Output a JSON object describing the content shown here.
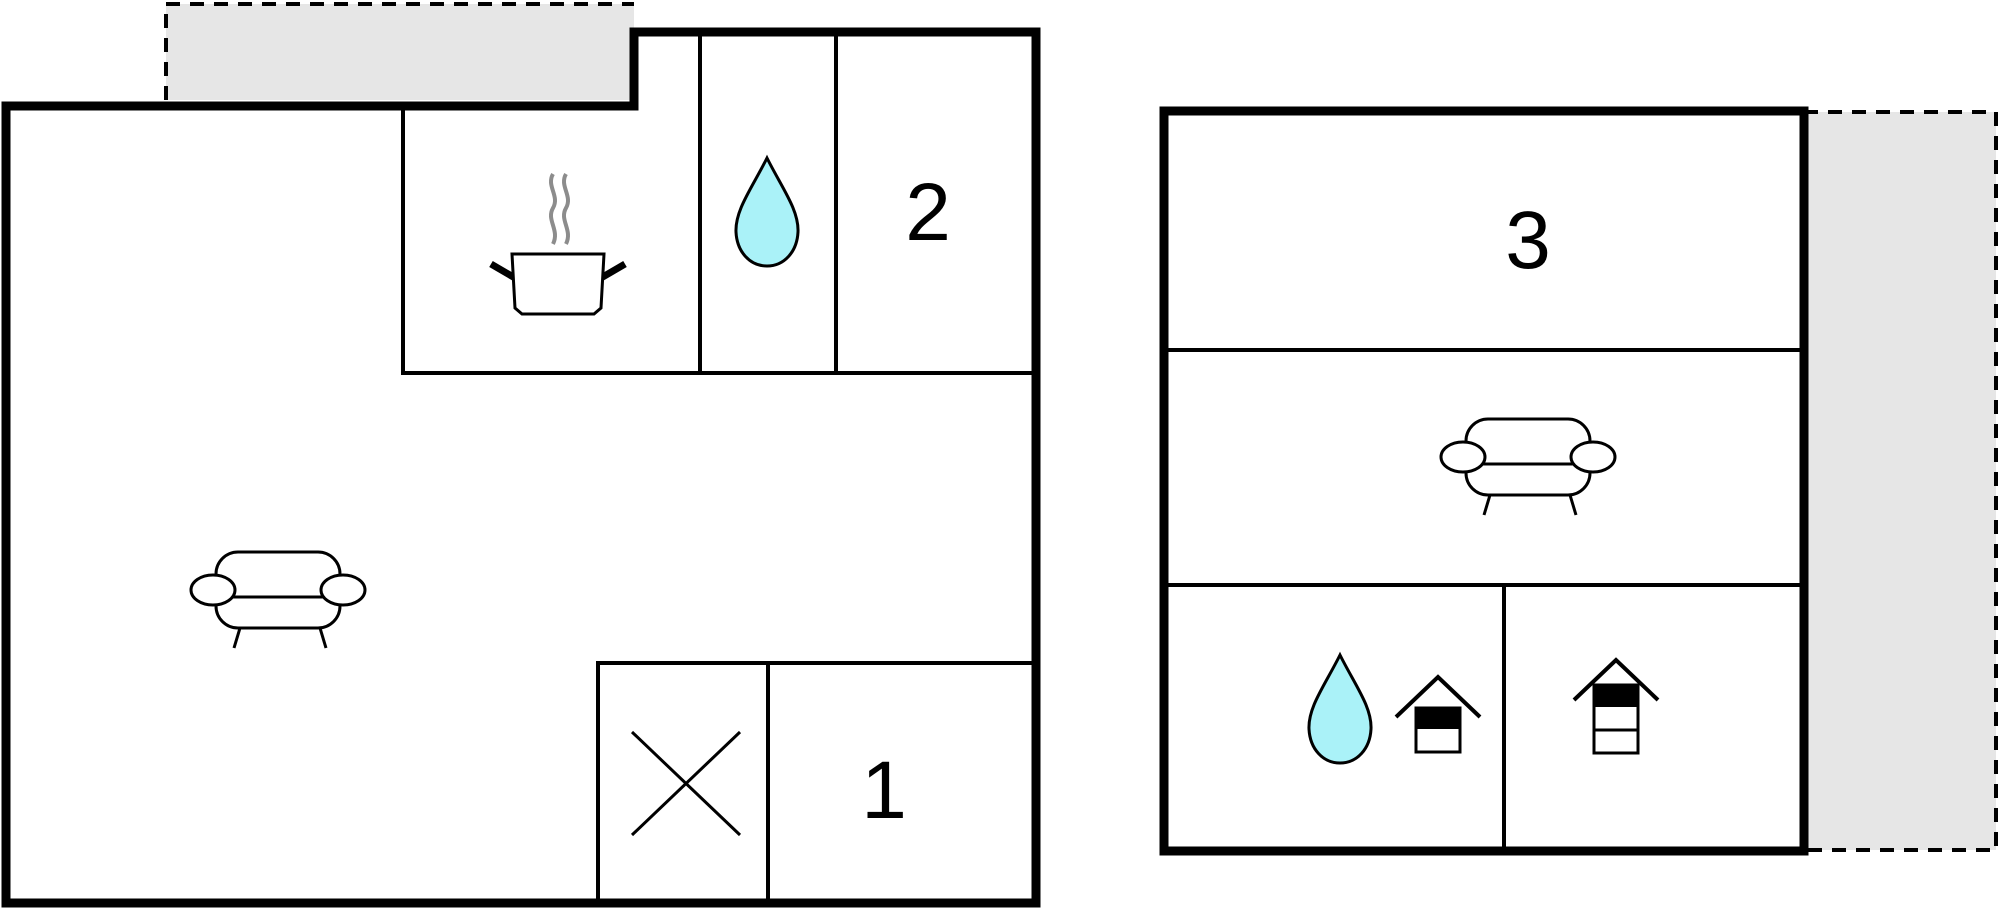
{
  "floor_plan": {
    "colors": {
      "wall": "#000000",
      "outdoor_area": "#e6e6e6",
      "water": "#aaf2f8",
      "steam": "#8c8c8c",
      "background": "#ffffff"
    },
    "ground_floor": {
      "rooms": [
        {
          "label": "2",
          "type": "bedroom"
        },
        {
          "label": "1",
          "type": "bedroom"
        }
      ],
      "icons": [
        "cooking-pot-icon",
        "water-drop-icon",
        "sofa-icon",
        "cross-icon"
      ]
    },
    "upper_floor": {
      "rooms": [
        {
          "label": "3",
          "type": "bedroom"
        }
      ],
      "icons": [
        "sofa-icon",
        "water-drop-icon",
        "sauna-icon",
        "sauna-icon"
      ]
    }
  }
}
